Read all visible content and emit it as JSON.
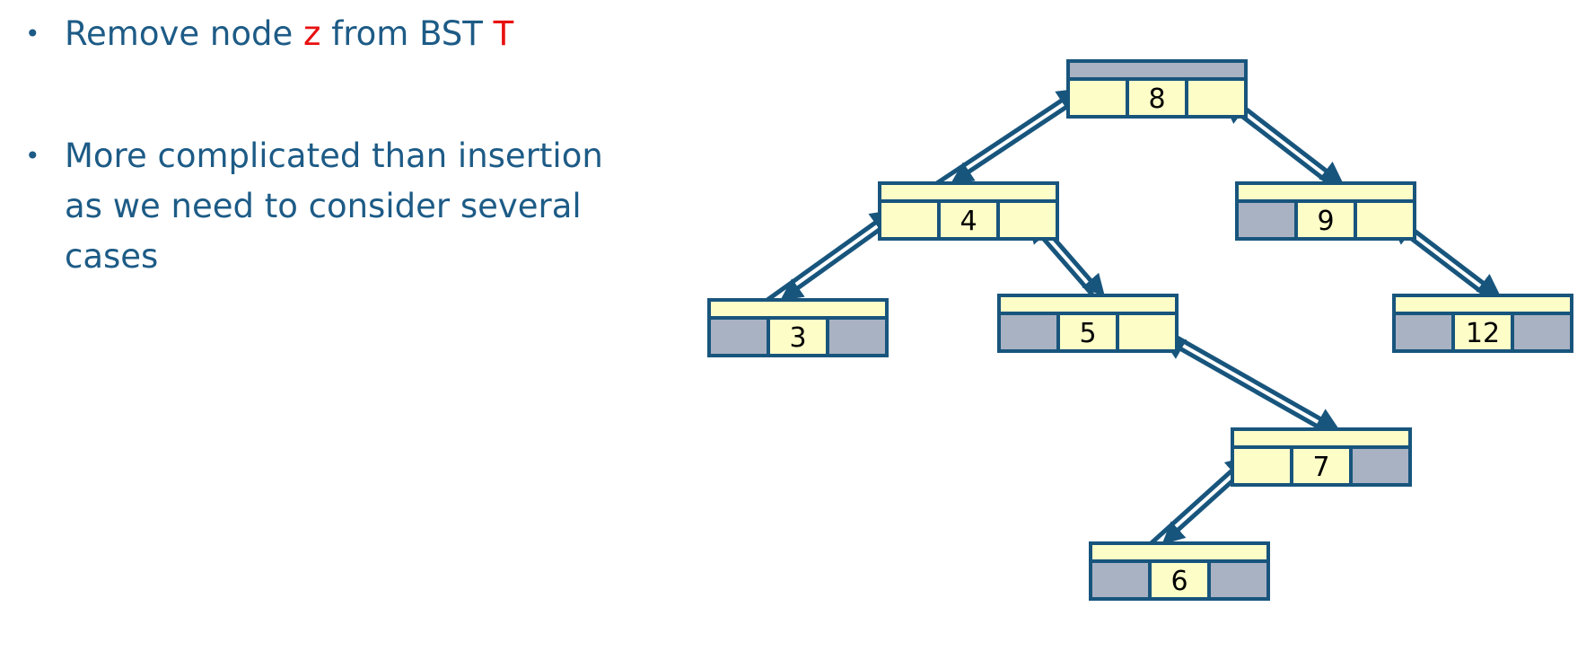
{
  "bullets": [
    {
      "parts": [
        {
          "text": "Remove node ",
          "highlight": false
        },
        {
          "text": "z",
          "highlight": true
        },
        {
          "text": " from BST ",
          "highlight": false
        },
        {
          "text": "T",
          "highlight": true
        }
      ]
    },
    {
      "parts": [
        {
          "text": "More complicated than insertion as we need to consider several cases",
          "highlight": false
        }
      ]
    }
  ],
  "bullet_symbol": "•",
  "colors": {
    "text": "#1d5b86",
    "highlight": "#e81010",
    "node_fill": "#fdfdc8",
    "null_fill": "#a9b2c3",
    "border": "#18557d"
  },
  "tree": {
    "nodes": [
      {
        "key": "8",
        "left": "4",
        "right": "9",
        "parent": null
      },
      {
        "key": "4",
        "left": "3",
        "right": "5",
        "parent": "8"
      },
      {
        "key": "9",
        "left": null,
        "right": "12",
        "parent": "8"
      },
      {
        "key": "3",
        "left": null,
        "right": null,
        "parent": "4"
      },
      {
        "key": "5",
        "left": null,
        "right": "7",
        "parent": "4"
      },
      {
        "key": "12",
        "left": null,
        "right": null,
        "parent": "9"
      },
      {
        "key": "7",
        "left": "6",
        "right": null,
        "parent": "5"
      },
      {
        "key": "6",
        "left": null,
        "right": null,
        "parent": "7"
      }
    ]
  }
}
